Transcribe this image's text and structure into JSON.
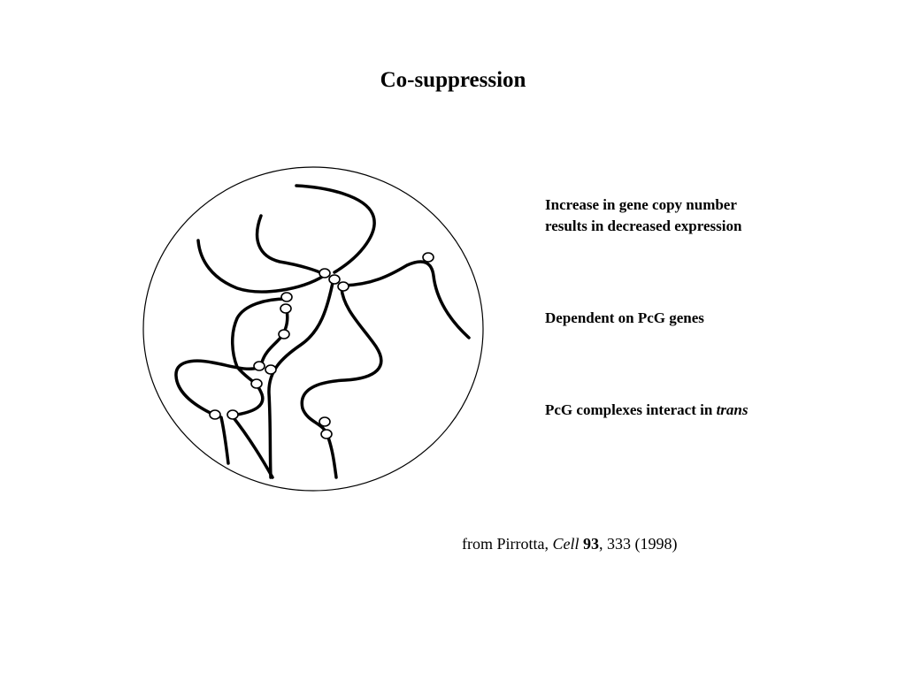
{
  "slide": {
    "title": "Co-suppression",
    "bullets": [
      {
        "line1": "Increase in gene copy number",
        "line2": "results in decreased expression"
      },
      {
        "line1": "Dependent on PcG genes"
      },
      {
        "text": "PcG complexes interact in ",
        "emphasis": "trans"
      }
    ],
    "citation": {
      "prefix": "from Pirrotta, ",
      "journal": "Cell",
      "volume": "93",
      "pages": ", 333 (1998)"
    }
  },
  "figure": {
    "kind": "nucleus-with-chromatin-fibers",
    "outline_color": "#000000",
    "fiber_color": "#000000",
    "contact_fill": "#ffffff"
  }
}
